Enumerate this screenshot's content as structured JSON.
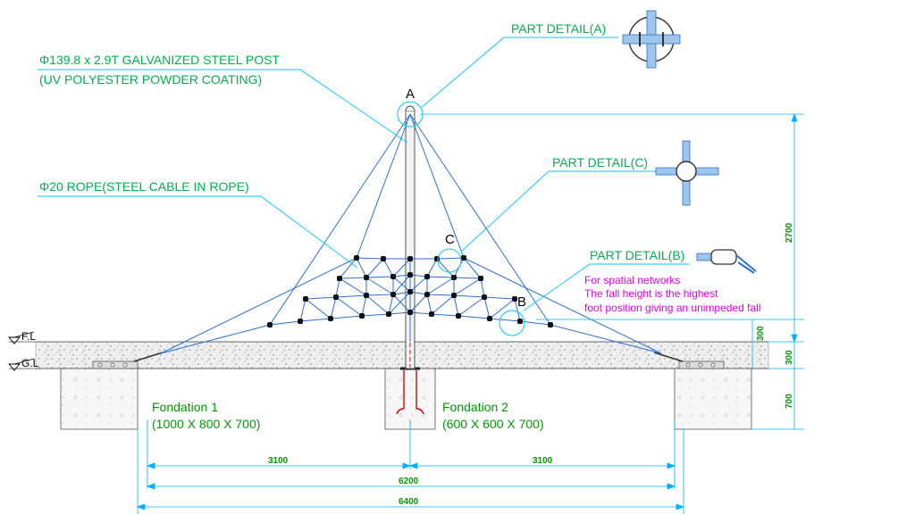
{
  "callouts": {
    "post_line1": "Φ139.8 x 2.9T GALVANIZED STEEL POST",
    "post_line2": "(UV POLYESTER POWDER COATING)",
    "rope": "Φ20 ROPE(STEEL CABLE IN ROPE)",
    "detail_a": "PART DETAIL(A)",
    "detail_c": "PART DETAIL(C)",
    "detail_b": "PART DETAIL(B)"
  },
  "markers": {
    "a": "A",
    "b": "B",
    "c": "C"
  },
  "note": {
    "line1": "For spatial networks",
    "line2": "The fall height is the highest",
    "line3": "foot position giving an unimpeded fall"
  },
  "levels": {
    "fl": "F.L",
    "gl": "G.L"
  },
  "foundations": {
    "f1_name": "Fondation 1",
    "f1_size": "(1000 X 800 X 700)",
    "f2_name": "Fondation 2",
    "f2_size": "(600 X 600 X 700)"
  },
  "dimensions": {
    "left_span": "3100",
    "right_span": "3100",
    "inner_span": "6200",
    "total_span": "6400",
    "height_total": "2700",
    "height_fall": "300",
    "height_slab": "300",
    "height_footing": "700"
  },
  "colors": {
    "callout_text": "#00b050",
    "leader_line": "#00c8ff",
    "rope": "#2a6fd6",
    "note_text": "#e000e0",
    "dimension": "#00b0ff",
    "footing_red": "#e00000"
  }
}
